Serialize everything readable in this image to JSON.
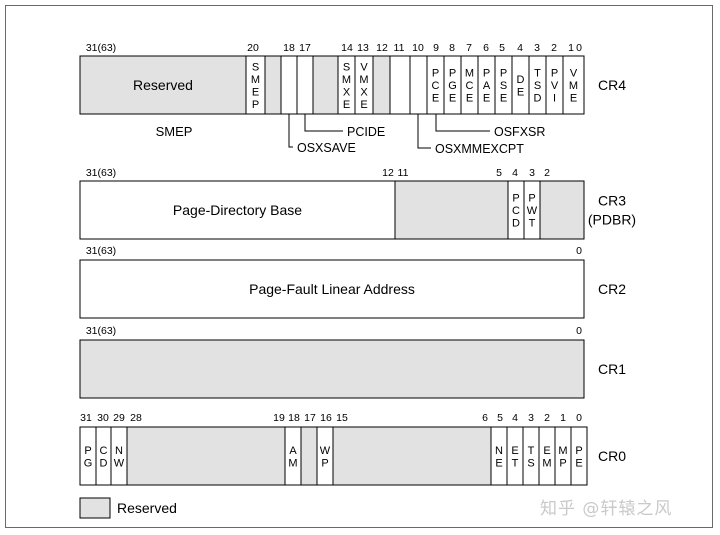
{
  "colors": {
    "reserved_fill": "#e2e2e2",
    "field_fill": "#ffffff",
    "stroke": "#000000"
  },
  "legend": {
    "label": "Reserved"
  },
  "watermark": "知乎 @轩辕之风",
  "registers": [
    {
      "id": "cr4",
      "name_lines": [
        "CR4"
      ],
      "bit_labels": [
        "31(63)",
        "20",
        "18",
        "17",
        "14",
        "13",
        "11",
        "10",
        "12",
        "9",
        "8",
        "7",
        "6",
        "5",
        "4",
        "3",
        "2",
        "1",
        "0"
      ],
      "fields": [
        {
          "id": "reserved-high",
          "label": "Reserved",
          "reserved": true,
          "orient": "h"
        },
        {
          "id": "smep",
          "label": "SMEP",
          "orient": "v"
        },
        {
          "id": "reserved-19",
          "label": "",
          "reserved": true
        },
        {
          "id": "osxsave",
          "label": "",
          "callout": "OSXSAVE"
        },
        {
          "id": "pcide",
          "label": "",
          "callout": "PCIDE"
        },
        {
          "id": "reserved-16-15",
          "label": "",
          "reserved": true
        },
        {
          "id": "smxe",
          "label": "SMXE",
          "orient": "v"
        },
        {
          "id": "vmxe",
          "label": "VMXE",
          "orient": "v"
        },
        {
          "id": "reserved-12",
          "label": "",
          "reserved": true
        },
        {
          "id": "osxmmexcpt",
          "label": "",
          "callout": "OSXMMEXCPT"
        },
        {
          "id": "osfxsr",
          "label": "",
          "callout": "OSFXSR"
        },
        {
          "id": "pce",
          "label": "PCE",
          "orient": "v"
        },
        {
          "id": "pge",
          "label": "PGE",
          "orient": "v"
        },
        {
          "id": "mce",
          "label": "MCE",
          "orient": "v"
        },
        {
          "id": "pae",
          "label": "PAE",
          "orient": "v"
        },
        {
          "id": "pse",
          "label": "PSE",
          "orient": "v"
        },
        {
          "id": "de",
          "label": "DE",
          "orient": "v"
        },
        {
          "id": "tsd",
          "label": "TSD",
          "orient": "v"
        },
        {
          "id": "pvi",
          "label": "PVI",
          "orient": "v"
        },
        {
          "id": "vme",
          "label": "VME",
          "orient": "v"
        }
      ],
      "note": "SMEP"
    },
    {
      "id": "cr3",
      "name_lines": [
        "CR3",
        "(PDBR)"
      ],
      "bit_labels": [
        "31(63)",
        "12",
        "11",
        "5",
        "4",
        "3",
        "2"
      ],
      "fields": [
        {
          "id": "page-directory-base",
          "label": "Page-Directory Base",
          "orient": "h"
        },
        {
          "id": "reserved-11-5",
          "label": "",
          "reserved": true
        },
        {
          "id": "pcd",
          "label": "PCD",
          "orient": "v"
        },
        {
          "id": "pwt",
          "label": "PWT",
          "orient": "v"
        },
        {
          "id": "reserved-low",
          "label": "",
          "reserved": true
        }
      ]
    },
    {
      "id": "cr2",
      "name_lines": [
        "CR2"
      ],
      "bit_labels": [
        "31(63)",
        "0"
      ],
      "fields": [
        {
          "id": "page-fault-linear-address",
          "label": "Page-Fault Linear Address",
          "orient": "h"
        }
      ]
    },
    {
      "id": "cr1",
      "name_lines": [
        "CR1"
      ],
      "bit_labels": [
        "31(63)",
        "0"
      ],
      "fields": [
        {
          "id": "reserved-all",
          "label": "",
          "reserved": true
        }
      ]
    },
    {
      "id": "cr0",
      "name_lines": [
        "CR0"
      ],
      "bit_labels": [
        "31",
        "30",
        "29",
        "28",
        "19",
        "18",
        "17",
        "16",
        "15",
        "6",
        "5",
        "4",
        "3",
        "2",
        "1",
        "0"
      ],
      "fields": [
        {
          "id": "pg",
          "label": "PG",
          "orient": "v"
        },
        {
          "id": "cd",
          "label": "CD",
          "orient": "v"
        },
        {
          "id": "nw",
          "label": "NW",
          "orient": "v"
        },
        {
          "id": "reserved-28-19",
          "label": "",
          "reserved": true
        },
        {
          "id": "am",
          "label": "AM",
          "orient": "v"
        },
        {
          "id": "reserved-17",
          "label": "",
          "reserved": true
        },
        {
          "id": "wp",
          "label": "WP",
          "orient": "v"
        },
        {
          "id": "reserved-15-6",
          "label": "",
          "reserved": true
        },
        {
          "id": "ne",
          "label": "NE",
          "orient": "v"
        },
        {
          "id": "et",
          "label": "ET",
          "orient": "v"
        },
        {
          "id": "ts",
          "label": "TS",
          "orient": "v"
        },
        {
          "id": "em",
          "label": "EM",
          "orient": "v"
        },
        {
          "id": "mp",
          "label": "MP",
          "orient": "v"
        },
        {
          "id": "pe",
          "label": "PE",
          "orient": "v"
        }
      ]
    }
  ]
}
